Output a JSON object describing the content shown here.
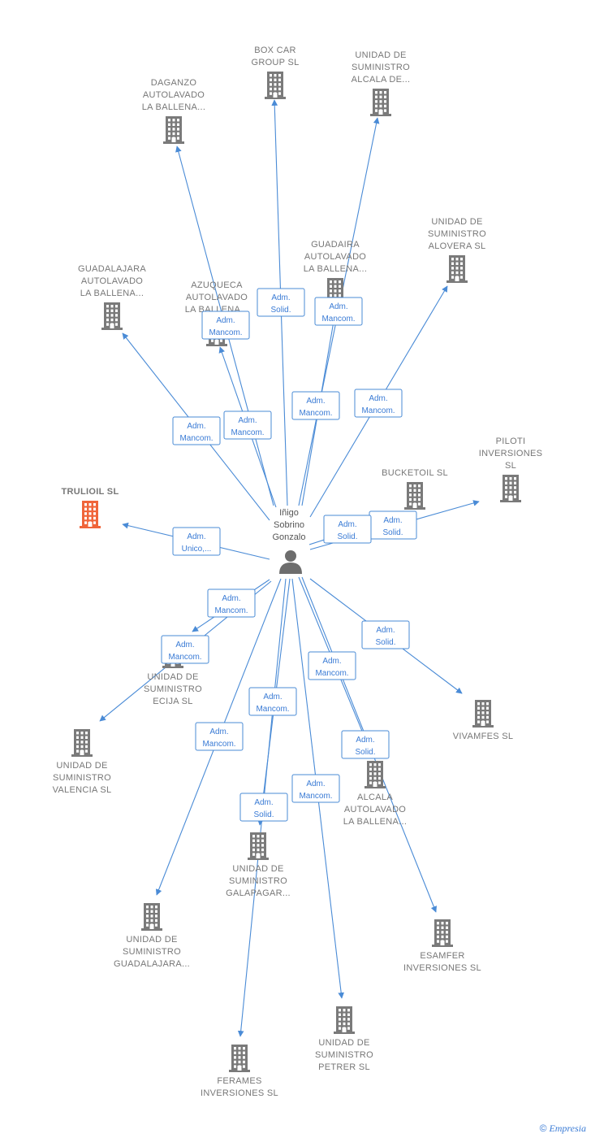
{
  "colors": {
    "edge": "#4a8bd6",
    "building": "#7a7a7a",
    "highlight": "#f0653a",
    "person": "#6d6d6d"
  },
  "person": {
    "name_lines": [
      "Iñigo",
      "Sobrino",
      "Gonzalo"
    ],
    "icon": "person-icon"
  },
  "companies": [
    {
      "id": "box-car",
      "lines": [
        "BOX CAR",
        "GROUP  SL"
      ],
      "icon": "building-icon"
    },
    {
      "id": "unidad-alcala",
      "lines": [
        "UNIDAD DE",
        "SUMINISTRO",
        "ALCALA DE..."
      ],
      "icon": "building-icon"
    },
    {
      "id": "daganzo",
      "lines": [
        "DAGANZO",
        "AUTOLAVADO",
        "LA BALLENA..."
      ],
      "icon": "building-icon"
    },
    {
      "id": "unidad-alovera",
      "lines": [
        "UNIDAD DE",
        "SUMINISTRO",
        "ALOVERA  SL"
      ],
      "icon": "building-icon"
    },
    {
      "id": "guadaira",
      "lines": [
        "GUADAIRA",
        "AUTOLAVADO",
        "LA BALLENA..."
      ],
      "icon": "building-icon"
    },
    {
      "id": "guadalajara-auto",
      "lines": [
        "GUADALAJARA",
        "AUTOLAVADO",
        "LA BALLENA..."
      ],
      "icon": "building-icon"
    },
    {
      "id": "azuqueca",
      "lines": [
        "AZUQUECA",
        "AUTOLAVADO",
        "LA BALLENA..."
      ],
      "icon": "building-icon"
    },
    {
      "id": "piloti",
      "lines": [
        "PILOTI",
        "INVERSIONES",
        "SL"
      ],
      "icon": "building-icon"
    },
    {
      "id": "bucketoil",
      "lines": [
        "BUCKETOIL  SL"
      ],
      "icon": "building-icon"
    },
    {
      "id": "trulioil",
      "lines": [
        "TRULIOIL  SL"
      ],
      "icon": "building-icon",
      "highlight": true
    },
    {
      "id": "unidad-ecija",
      "lines": [
        "UNIDAD DE",
        "SUMINISTRO",
        "ECIJA  SL"
      ],
      "icon": "building-icon"
    },
    {
      "id": "unidad-valencia",
      "lines": [
        "UNIDAD DE",
        "SUMINISTRO",
        "VALENCIA  SL"
      ],
      "icon": "building-icon"
    },
    {
      "id": "vivamfes",
      "lines": [
        "VIVAMFES  SL"
      ],
      "icon": "building-icon"
    },
    {
      "id": "alcala-auto",
      "lines": [
        "ALCALA",
        "AUTOLAVADO",
        "LA BALLENA..."
      ],
      "icon": "building-icon"
    },
    {
      "id": "unidad-galapagar",
      "lines": [
        "UNIDAD DE",
        "SUMINISTRO",
        "GALAPAGAR..."
      ],
      "icon": "building-icon"
    },
    {
      "id": "unidad-guadalajara",
      "lines": [
        "UNIDAD DE",
        "SUMINISTRO",
        "GUADALAJARA..."
      ],
      "icon": "building-icon"
    },
    {
      "id": "esamfer",
      "lines": [
        "ESAMFER",
        "INVERSIONES SL"
      ],
      "icon": "building-icon"
    },
    {
      "id": "unidad-petrer",
      "lines": [
        "UNIDAD DE",
        "SUMINISTRO",
        "PETRER  SL"
      ],
      "icon": "building-icon"
    },
    {
      "id": "ferames",
      "lines": [
        "FERAMES",
        "INVERSIONES SL"
      ],
      "icon": "building-icon"
    }
  ],
  "relations": [
    {
      "to": "box-car",
      "lines": [
        "Adm.",
        "Solid."
      ]
    },
    {
      "to": "unidad-alcala",
      "lines": [
        "Adm.",
        "Mancom."
      ]
    },
    {
      "to": "daganzo",
      "lines": [
        "Adm.",
        "Mancom."
      ]
    },
    {
      "to": "unidad-alovera",
      "lines": [
        "Adm.",
        "Mancom."
      ]
    },
    {
      "to": "guadaira",
      "lines": [
        "Adm.",
        "Mancom."
      ]
    },
    {
      "to": "guadalajara-auto",
      "lines": [
        "Adm.",
        "Mancom."
      ]
    },
    {
      "to": "azuqueca",
      "lines": [
        "Adm.",
        "Mancom."
      ]
    },
    {
      "to": "piloti",
      "lines": [
        "Adm.",
        "Solid."
      ]
    },
    {
      "to": "bucketoil",
      "lines": [
        "Adm.",
        "Solid."
      ]
    },
    {
      "to": "trulioil",
      "lines": [
        "Adm.",
        "Unico,..."
      ]
    },
    {
      "to": "unidad-ecija",
      "lines": [
        "Adm.",
        "Mancom."
      ]
    },
    {
      "to": "unidad-valencia",
      "lines": [
        "Adm.",
        "Mancom."
      ]
    },
    {
      "to": "vivamfes",
      "lines": [
        "Adm.",
        "Solid."
      ]
    },
    {
      "to": "alcala-auto",
      "lines": [
        "Adm.",
        "Solid."
      ]
    },
    {
      "to": "unidad-galapagar",
      "lines": [
        "Adm.",
        "Solid."
      ]
    },
    {
      "to": "unidad-guadalajara",
      "lines": [
        "Adm.",
        "Mancom."
      ]
    },
    {
      "to": "esamfer",
      "lines": [
        "Adm.",
        "Mancom."
      ]
    },
    {
      "to": "unidad-petrer",
      "lines": [
        "Adm.",
        "Mancom."
      ]
    },
    {
      "to": "ferames",
      "lines": [
        "Adm.",
        "Mancom."
      ]
    }
  ],
  "footer": {
    "copyright": "©",
    "brand": "Empresia"
  }
}
